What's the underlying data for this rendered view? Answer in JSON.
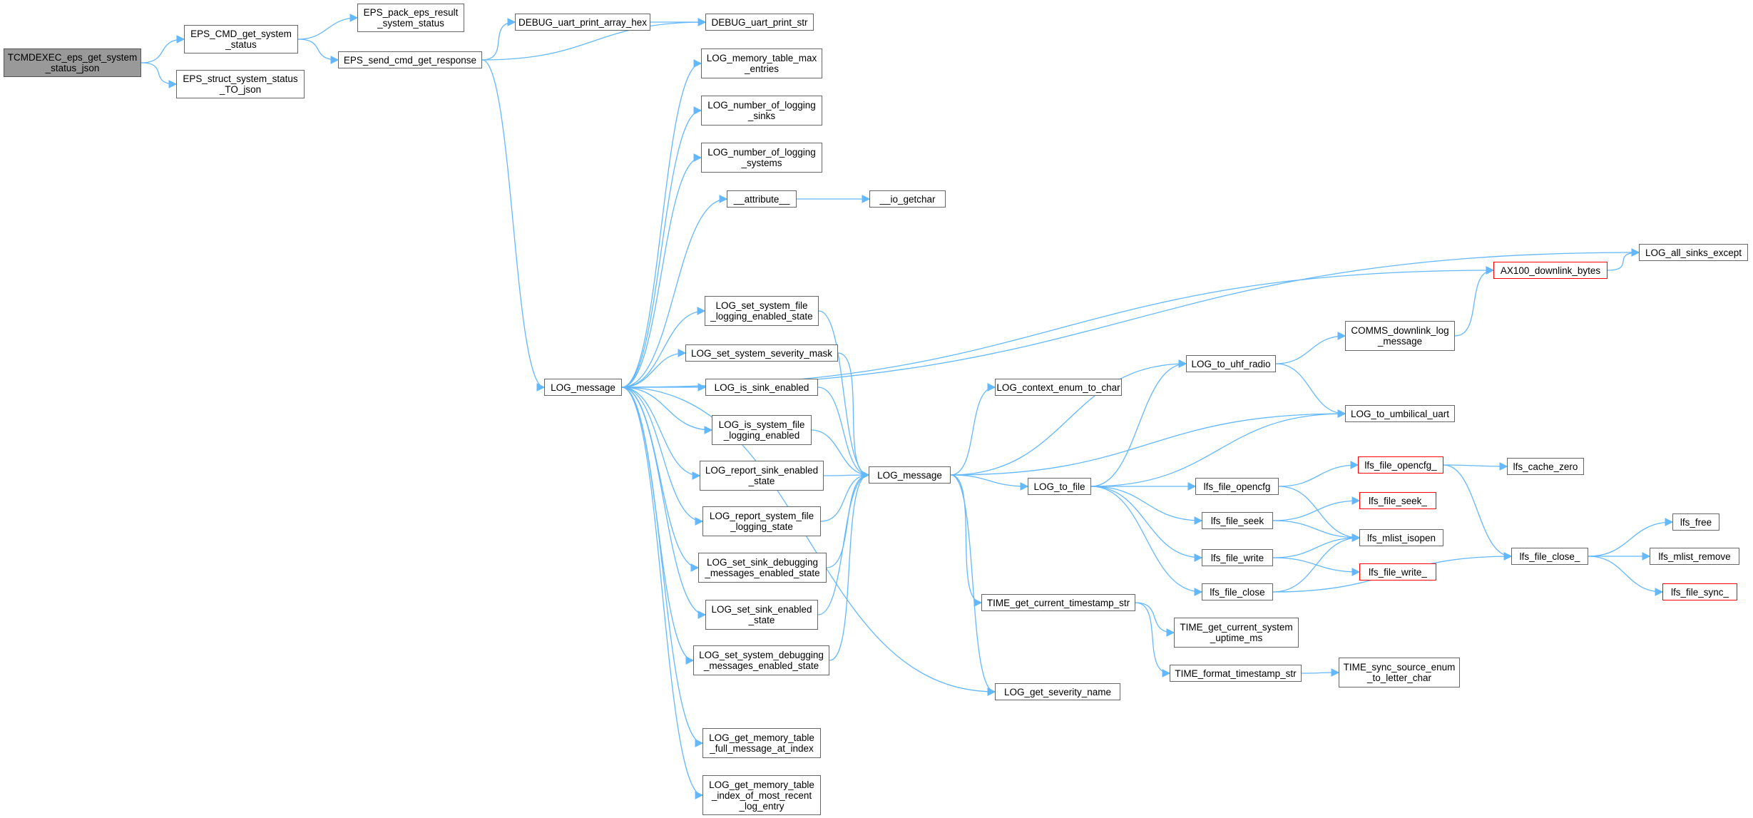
{
  "graph": {
    "edge_color": "#63b8ff",
    "root_fill": "#999999",
    "truncated_border_color": "#ff0000",
    "node_border_color": "#666666",
    "nodes": [
      {
        "id": "root",
        "label": "TCMDEXEC_eps_get_system\n_status_json",
        "kind": "root"
      },
      {
        "id": "cmd_get",
        "label": "EPS_CMD_get_system\n_status"
      },
      {
        "id": "struct_json",
        "label": "EPS_struct_system_status\n_TO_json"
      },
      {
        "id": "pack",
        "label": "EPS_pack_eps_result\n_system_status"
      },
      {
        "id": "send_cmd",
        "label": "EPS_send_cmd_get_response"
      },
      {
        "id": "dbg_hex",
        "label": "DEBUG_uart_print_array_hex"
      },
      {
        "id": "dbg_str",
        "label": "DEBUG_uart_print_str"
      },
      {
        "id": "log_msg_left",
        "label": "LOG_message"
      },
      {
        "id": "mem_max",
        "label": "LOG_memory_table_max\n_entries"
      },
      {
        "id": "num_sinks",
        "label": "LOG_number_of_logging\n_sinks"
      },
      {
        "id": "num_systems",
        "label": "LOG_number_of_logging\n_systems"
      },
      {
        "id": "attribute",
        "label": "__attribute__"
      },
      {
        "id": "io_getchar",
        "label": "__io_getchar"
      },
      {
        "id": "all_sinks",
        "label": "LOG_all_sinks_except"
      },
      {
        "id": "ax100",
        "label": "AX100_downlink_bytes",
        "kind": "truncated"
      },
      {
        "id": "comms_dl",
        "label": "COMMS_downlink_log\n_message"
      },
      {
        "id": "set_sys_file",
        "label": "LOG_set_system_file\n_logging_enabled_state"
      },
      {
        "id": "set_sev_mask",
        "label": "LOG_set_system_severity_mask"
      },
      {
        "id": "is_sink",
        "label": "LOG_is_sink_enabled"
      },
      {
        "id": "is_sys_file",
        "label": "LOG_is_system_file\n_logging_enabled"
      },
      {
        "id": "report_sink",
        "label": "LOG_report_sink_enabled\n_state"
      },
      {
        "id": "report_sys_file",
        "label": "LOG_report_system_file\n_logging_state"
      },
      {
        "id": "set_sink_dbg",
        "label": "LOG_set_sink_debugging\n_messages_enabled_state"
      },
      {
        "id": "set_sink_en",
        "label": "LOG_set_sink_enabled\n_state"
      },
      {
        "id": "set_sys_dbg",
        "label": "LOG_set_system_debugging\n_messages_enabled_state"
      },
      {
        "id": "mem_full",
        "label": "LOG_get_memory_table\n_full_message_at_index"
      },
      {
        "id": "mem_recent",
        "label": "LOG_get_memory_table\n_index_of_most_recent\n_log_entry"
      },
      {
        "id": "log_msg_mid",
        "label": "LOG_message"
      },
      {
        "id": "ctx_enum",
        "label": "LOG_context_enum_to_char"
      },
      {
        "id": "to_uhf",
        "label": "LOG_to_uhf_radio"
      },
      {
        "id": "to_umb",
        "label": "LOG_to_umbilical_uart"
      },
      {
        "id": "to_file",
        "label": "LOG_to_file"
      },
      {
        "id": "f_opencfg",
        "label": "lfs_file_opencfg"
      },
      {
        "id": "f_seek",
        "label": "lfs_file_seek"
      },
      {
        "id": "f_write",
        "label": "lfs_file_write"
      },
      {
        "id": "f_close",
        "label": "lfs_file_close"
      },
      {
        "id": "f_opencfg_",
        "label": "lfs_file_opencfg_",
        "kind": "truncated"
      },
      {
        "id": "f_seek_",
        "label": "lfs_file_seek_",
        "kind": "truncated"
      },
      {
        "id": "mlist_isopen",
        "label": "lfs_mlist_isopen"
      },
      {
        "id": "f_write_",
        "label": "lfs_file_write_",
        "kind": "truncated"
      },
      {
        "id": "cache_zero",
        "label": "lfs_cache_zero"
      },
      {
        "id": "f_close_",
        "label": "lfs_file_close_"
      },
      {
        "id": "lfs_free",
        "label": "lfs_free"
      },
      {
        "id": "mlist_remove",
        "label": "lfs_mlist_remove"
      },
      {
        "id": "f_sync_",
        "label": "lfs_file_sync_",
        "kind": "truncated"
      },
      {
        "id": "time_ts",
        "label": "TIME_get_current_timestamp_str"
      },
      {
        "id": "time_uptime",
        "label": "TIME_get_current_system\n_uptime_ms"
      },
      {
        "id": "time_fmt",
        "label": "TIME_format_timestamp_str"
      },
      {
        "id": "time_sync",
        "label": "TIME_sync_source_enum\n_to_letter_char"
      },
      {
        "id": "sev_name",
        "label": "LOG_get_severity_name"
      }
    ],
    "edges": [
      [
        "root",
        "cmd_get"
      ],
      [
        "root",
        "struct_json"
      ],
      [
        "cmd_get",
        "pack"
      ],
      [
        "cmd_get",
        "send_cmd"
      ],
      [
        "send_cmd",
        "dbg_hex"
      ],
      [
        "send_cmd",
        "dbg_str"
      ],
      [
        "send_cmd",
        "log_msg_left"
      ],
      [
        "dbg_hex",
        "dbg_str"
      ],
      [
        "log_msg_left",
        "mem_max"
      ],
      [
        "log_msg_left",
        "num_sinks"
      ],
      [
        "log_msg_left",
        "num_systems"
      ],
      [
        "log_msg_left",
        "attribute"
      ],
      [
        "log_msg_left",
        "all_sinks"
      ],
      [
        "log_msg_left",
        "ax100"
      ],
      [
        "log_msg_left",
        "set_sys_file"
      ],
      [
        "log_msg_left",
        "set_sev_mask"
      ],
      [
        "log_msg_left",
        "is_sink"
      ],
      [
        "log_msg_left",
        "is_sys_file"
      ],
      [
        "log_msg_left",
        "report_sink"
      ],
      [
        "log_msg_left",
        "report_sys_file"
      ],
      [
        "log_msg_left",
        "set_sink_dbg"
      ],
      [
        "log_msg_left",
        "set_sink_en"
      ],
      [
        "log_msg_left",
        "set_sys_dbg"
      ],
      [
        "log_msg_left",
        "sev_name"
      ],
      [
        "log_msg_left",
        "mem_full"
      ],
      [
        "log_msg_left",
        "mem_recent"
      ],
      [
        "attribute",
        "io_getchar"
      ],
      [
        "ax100",
        "all_sinks"
      ],
      [
        "comms_dl",
        "ax100"
      ],
      [
        "set_sys_file",
        "log_msg_mid"
      ],
      [
        "set_sev_mask",
        "log_msg_mid"
      ],
      [
        "is_sink",
        "log_msg_mid"
      ],
      [
        "is_sys_file",
        "log_msg_mid"
      ],
      [
        "report_sink",
        "log_msg_mid"
      ],
      [
        "report_sys_file",
        "log_msg_mid"
      ],
      [
        "set_sink_dbg",
        "log_msg_mid"
      ],
      [
        "set_sink_en",
        "log_msg_mid"
      ],
      [
        "set_sys_dbg",
        "log_msg_mid"
      ],
      [
        "log_msg_mid",
        "ctx_enum"
      ],
      [
        "log_msg_mid",
        "to_uhf"
      ],
      [
        "log_msg_mid",
        "to_umb"
      ],
      [
        "log_msg_mid",
        "to_file"
      ],
      [
        "log_msg_mid",
        "time_ts"
      ],
      [
        "log_msg_mid",
        "sev_name"
      ],
      [
        "to_uhf",
        "comms_dl"
      ],
      [
        "to_uhf",
        "to_umb"
      ],
      [
        "to_file",
        "to_uhf"
      ],
      [
        "to_file",
        "to_umb"
      ],
      [
        "to_file",
        "f_opencfg"
      ],
      [
        "to_file",
        "f_seek"
      ],
      [
        "to_file",
        "f_write"
      ],
      [
        "to_file",
        "f_close"
      ],
      [
        "f_opencfg",
        "f_opencfg_"
      ],
      [
        "f_opencfg",
        "mlist_isopen"
      ],
      [
        "f_seek",
        "f_seek_"
      ],
      [
        "f_seek",
        "mlist_isopen"
      ],
      [
        "f_write",
        "mlist_isopen"
      ],
      [
        "f_write",
        "f_write_"
      ],
      [
        "f_close",
        "mlist_isopen"
      ],
      [
        "f_close",
        "f_close_"
      ],
      [
        "f_opencfg_",
        "cache_zero"
      ],
      [
        "f_opencfg_",
        "f_close_"
      ],
      [
        "f_close_",
        "lfs_free"
      ],
      [
        "f_close_",
        "mlist_remove"
      ],
      [
        "f_close_",
        "f_sync_"
      ],
      [
        "time_ts",
        "time_uptime"
      ],
      [
        "time_ts",
        "time_fmt"
      ],
      [
        "time_fmt",
        "time_sync"
      ]
    ]
  }
}
